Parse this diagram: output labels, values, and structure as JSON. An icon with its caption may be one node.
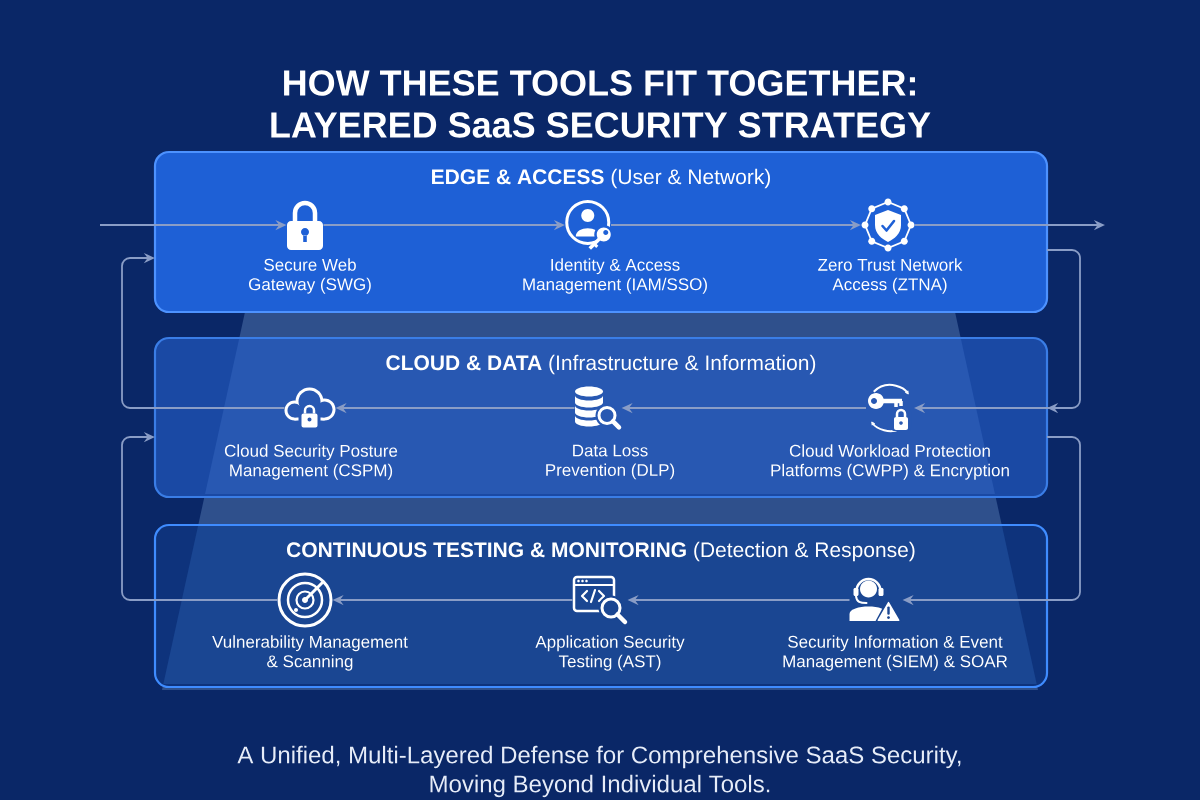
{
  "diagram": {
    "title": "HOW THESE TOOLS FIT TOGETHER: LAYERED SaaS SECURITY STRATEGY",
    "nodes": [
      {
        "text": [
          "**EDGE & ACCESS** (User & Network)"
        ]
      },
      {
        "text": [],
        "shape": "picture",
        "beside": [
          "Secure Web Gateway (SWG)"
        ],
        "in": 0
      },
      {
        "text": [],
        "shape": "picture",
        "beside": [
          "Identity & Access Management (IAM/SSO)"
        ],
        "in": 0
      },
      {
        "text": [],
        "shape": "picture",
        "beside": [
          "Zero Trust Network Access (ZTNA)"
        ],
        "in": 0
      },
      {
        "text": [
          "**CLOUD & DATA** (Infrastructure & Information)"
        ]
      },
      {
        "text": [],
        "shape": "picture",
        "beside": [
          "Cloud Security Posture Management (CSPM)"
        ],
        "in": 4
      },
      {
        "text": [],
        "shape": "picture",
        "beside": [
          "Data Loss Prevention (DLP)"
        ],
        "in": 4
      },
      {
        "text": [],
        "shape": "picture",
        "beside": [
          "Cloud Workload Protection Platforms (CWPP) & Encryption"
        ],
        "in": 4
      },
      {
        "text": [
          "**CONTINUOUS TESTING & MONITORING** (Detection & Response)"
        ]
      },
      {
        "text": [],
        "shape": "picture",
        "beside": [
          "Vulnerability Management & Scanning"
        ],
        "in": 8
      },
      {
        "text": [],
        "shape": "picture",
        "beside": [
          "Application Security Testing (AST)"
        ],
        "in": 8
      },
      {
        "text": [],
        "shape": "picture",
        "beside": [
          "Security Information & Event Management (SIEM) & SOAR"
        ],
        "in": 8
      }
    ],
    "edges": [
      {
        "from": null,
        "to": 1,
        "arrow": "to"
      },
      {
        "from": 1,
        "to": 2,
        "arrow": "to"
      },
      {
        "from": 2,
        "to": 3,
        "arrow": "to"
      },
      {
        "from": 3,
        "to": null,
        "arrow": "to"
      },
      {
        "from": 0,
        "to": 7,
        "arrow": "to"
      },
      {
        "from": 7,
        "to": 6,
        "arrow": "to"
      },
      {
        "from": 6,
        "to": 5,
        "arrow": "to"
      },
      {
        "from": 5,
        "to": 0,
        "arrow": "to"
      },
      {
        "from": 4,
        "to": 11,
        "arrow": "to"
      },
      {
        "from": 11,
        "to": 10,
        "arrow": "to"
      },
      {
        "from": 10,
        "to": 9,
        "arrow": "to"
      },
      {
        "from": 9,
        "to": 4,
        "arrow": "to"
      }
    ],
    "caption": "A Unified, Multi-Layered Defense for Comprehensive SaaS Security, Moving Beyond Individual Tools."
  }
}
